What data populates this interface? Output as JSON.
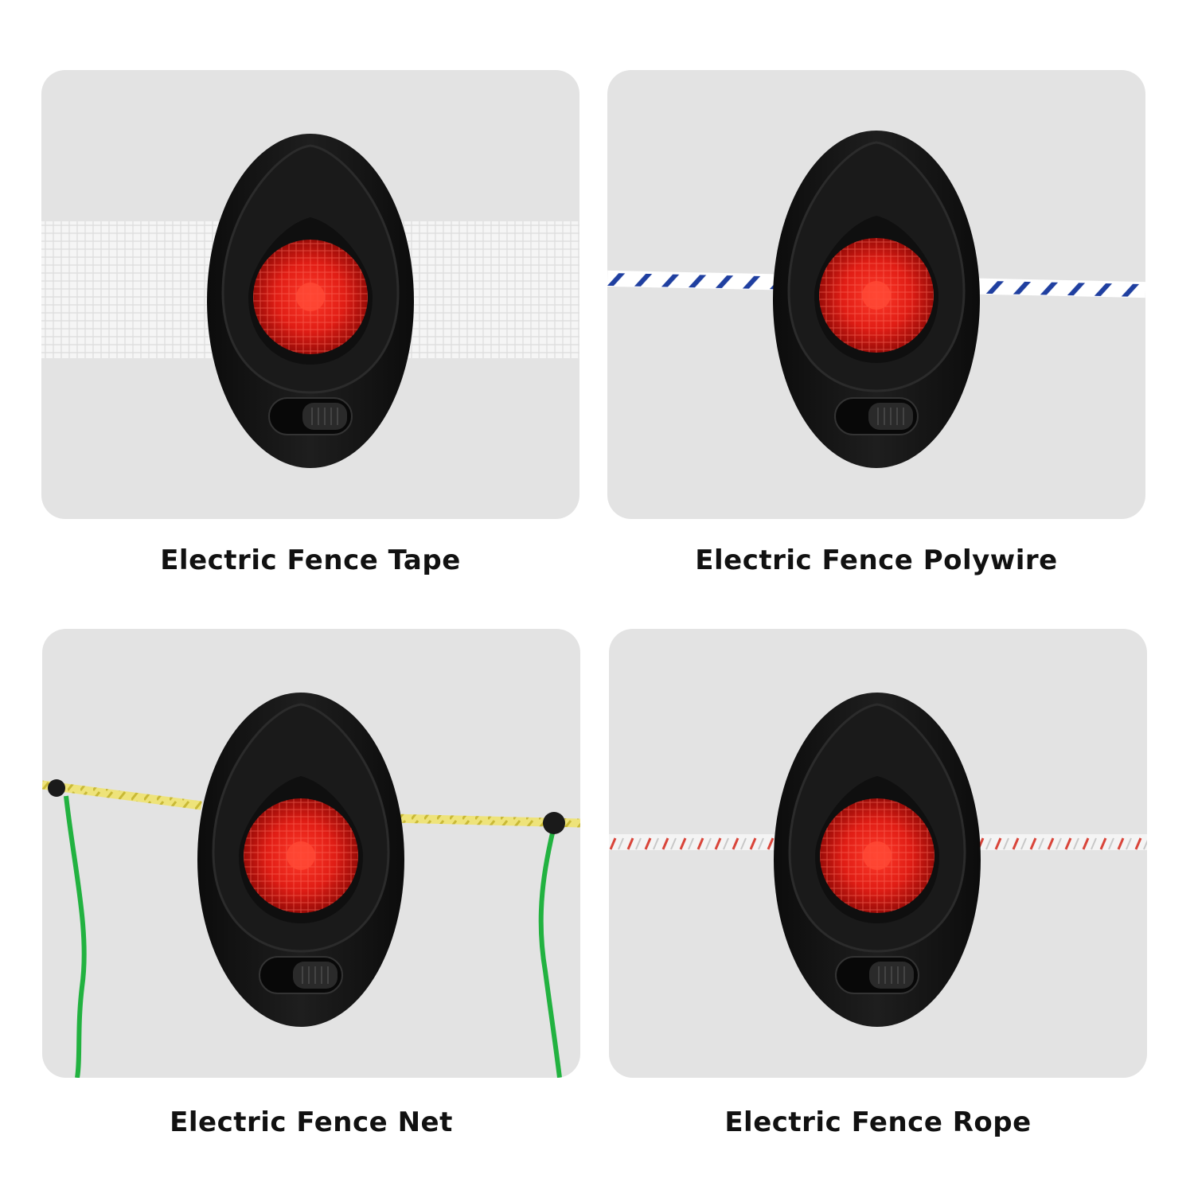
{
  "captions": {
    "tape": "Electric Fence Tape",
    "polywire": "Electric Fence Polywire",
    "net": "Electric Fence Net",
    "rope": "Electric Fence Rope"
  },
  "colors": {
    "panel_bg": "#e3e3e3",
    "device_body": "#141414",
    "lens_red": "#e0211a",
    "polywire_blue": "#1f3fa0",
    "net_yellow": "#e8dc55",
    "net_green": "#22b240",
    "rope_red": "#d9453a"
  },
  "icons": [
    "indicator-light-icon",
    "slide-switch-icon"
  ]
}
